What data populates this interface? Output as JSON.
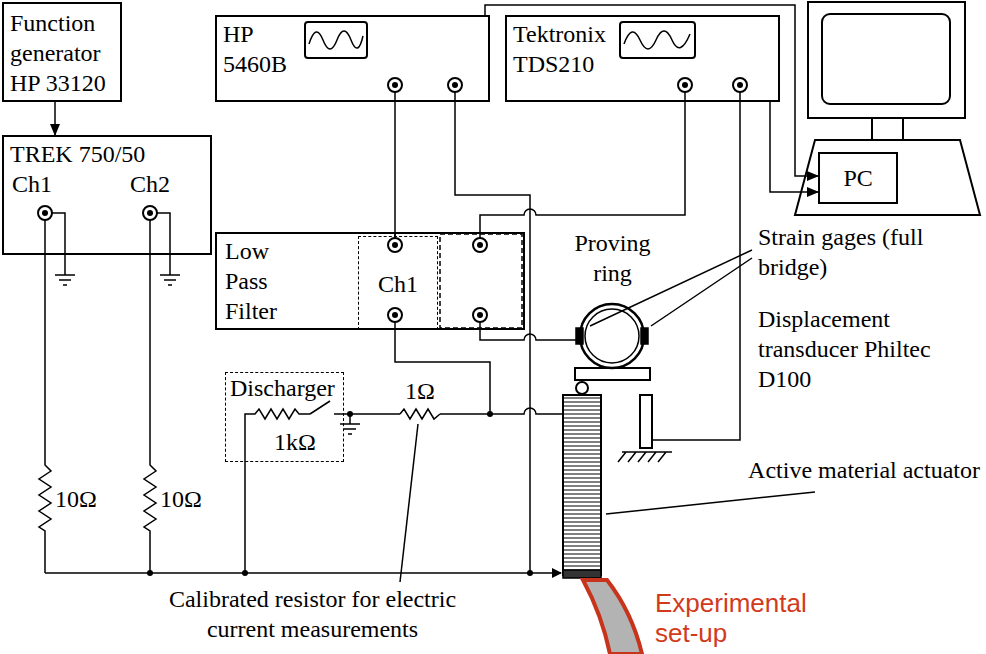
{
  "diagram": {
    "nodes": [
      {
        "text": [
          "Function generator HP 33120"
        ]
      },
      {
        "text": [
          "HP 5460B"
        ]
      },
      {
        "text": [
          "Tektronix TDS210"
        ]
      },
      {
        "text": [
          "PC"
        ]
      },
      {
        "text": [
          "TREK 750/50",
          "Ch1",
          "Ch2"
        ]
      },
      {
        "text": [
          "Low Pass Filter"
        ]
      },
      {
        "text": [
          "Ch1"
        ],
        "in": 5
      },
      {
        "text": [
          "Discharger",
          "1kΩ"
        ]
      }
    ],
    "edges": [
      {
        "from": 0,
        "to": 4,
        "arrow": "to"
      },
      {
        "from": 1,
        "to": 3,
        "arrow": "to"
      },
      {
        "from": 2,
        "to": 3,
        "arrow": "to"
      },
      {
        "from": 1,
        "to": 6,
        "arrow": "none"
      }
    ],
    "labels": [
      "Proving ring",
      "Strain gages (full bridge)",
      "Displacement transducer Philtec D100",
      "Active material actuator",
      "10Ω",
      "10Ω",
      "1Ω",
      "Calibrated resistor for electric current measurements",
      "Experimental set-up"
    ]
  }
}
